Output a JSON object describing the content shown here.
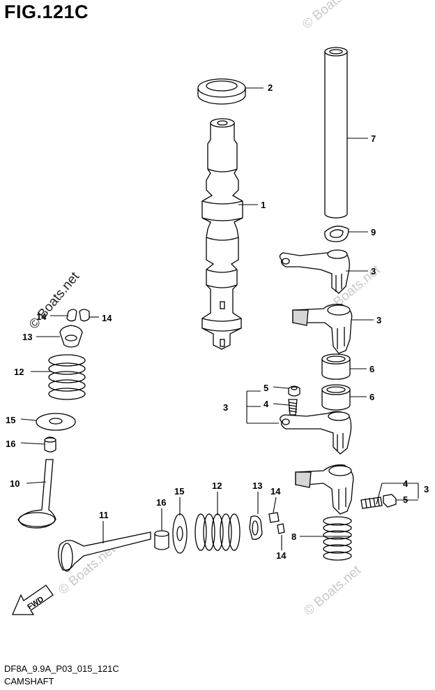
{
  "header": {
    "figure": "FIG.121C"
  },
  "footer": {
    "code": "DF8A_9.9A_P03_015_121C",
    "section": "CAMSHAFT"
  },
  "watermarks": [
    "© Boats.net",
    "© Boats.net",
    "© Boats.net",
    "© Boats.net",
    "© Boats.net"
  ],
  "direction": {
    "label": "FWD"
  },
  "callouts": {
    "c1": "1",
    "c2": "2",
    "c3a": "3",
    "c3b": "3",
    "c3c": "3",
    "c3d": "3",
    "c4a": "4",
    "c4b": "4",
    "c5a": "5",
    "c5b": "5",
    "c6a": "6",
    "c6b": "6",
    "c7": "7",
    "c8": "8",
    "c9": "9",
    "c10": "10",
    "c11": "11",
    "c12a": "12",
    "c12b": "12",
    "c13a": "13",
    "c13b": "13",
    "c14a": "14",
    "c14b": "14",
    "c14c": "14",
    "c14d": "14",
    "c15a": "15",
    "c15b": "15",
    "c16a": "16",
    "c16b": "16"
  }
}
